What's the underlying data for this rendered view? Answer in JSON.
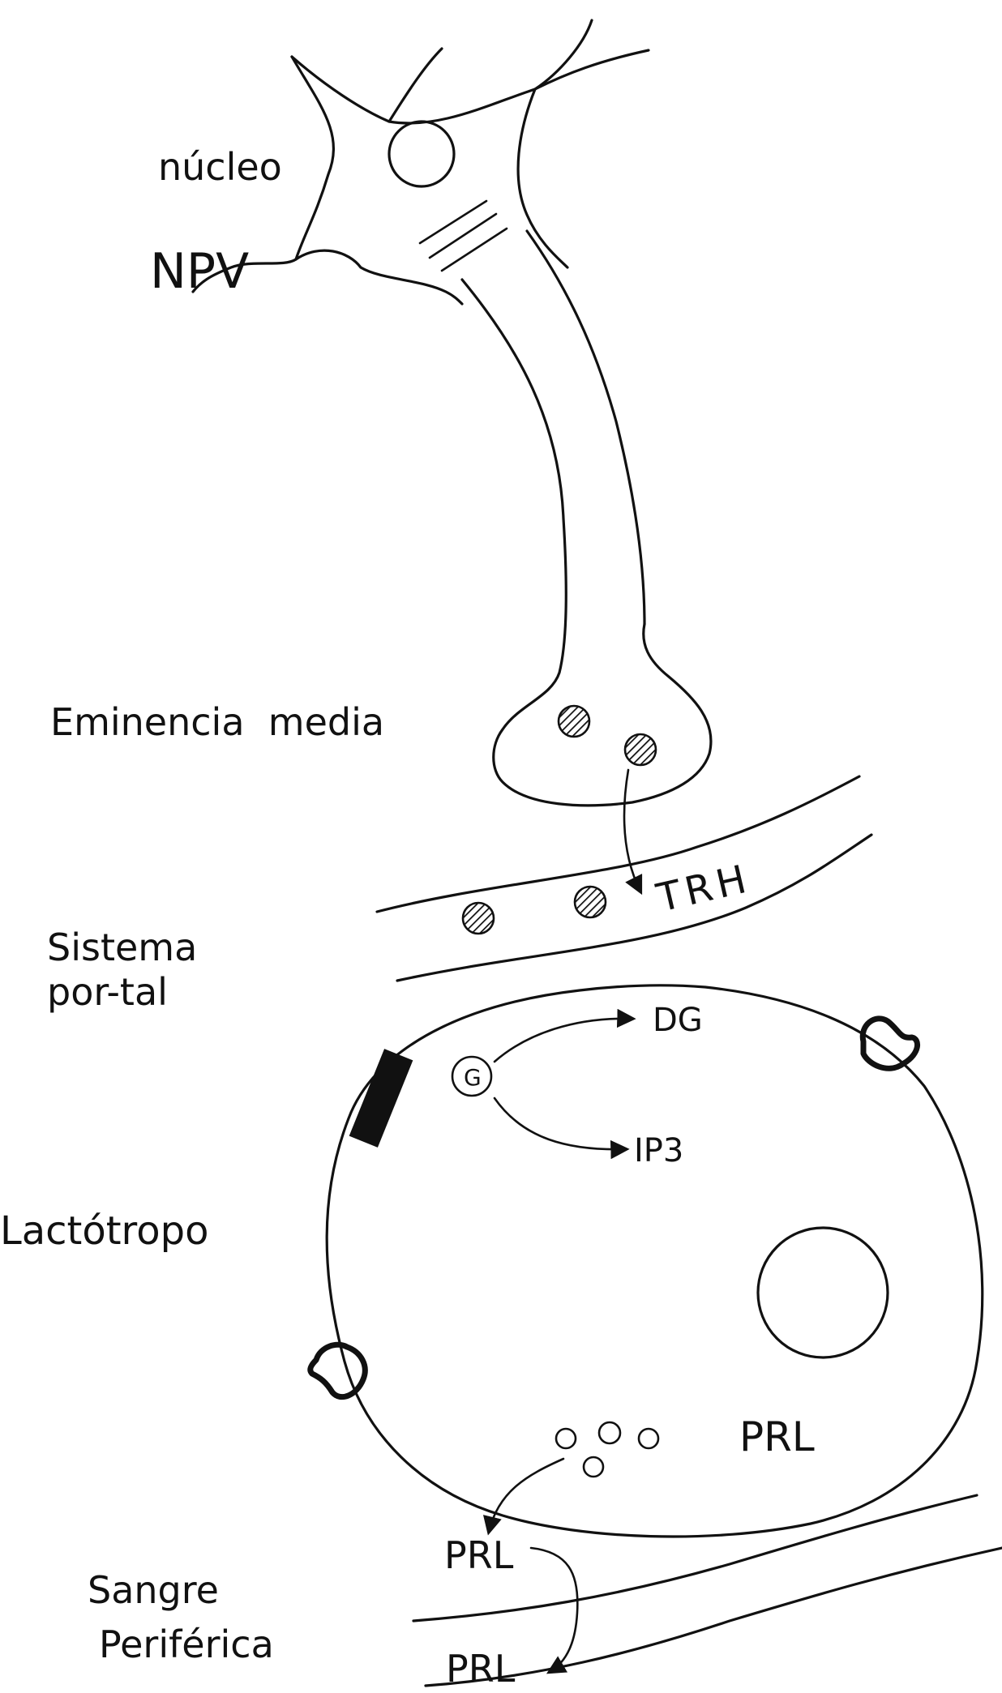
{
  "labels": {
    "nucleo": "núcleo",
    "npv": "NPV",
    "eminencia": "Eminencia  media",
    "trh": "TRH",
    "sistema_line1": "Sistema",
    "sistema_line2": "por-tal",
    "dg": "DG",
    "g": "G",
    "ip3": "IP3",
    "lactotropo": "Lactótropo",
    "prl_cell": "PRL",
    "prl_out": "PRL",
    "prl_blood": "PRL",
    "sangre_line1": "Sangre",
    "sangre_line2": "Periférica"
  },
  "colors": {
    "ink": "#111111",
    "background": "#ffffff"
  }
}
